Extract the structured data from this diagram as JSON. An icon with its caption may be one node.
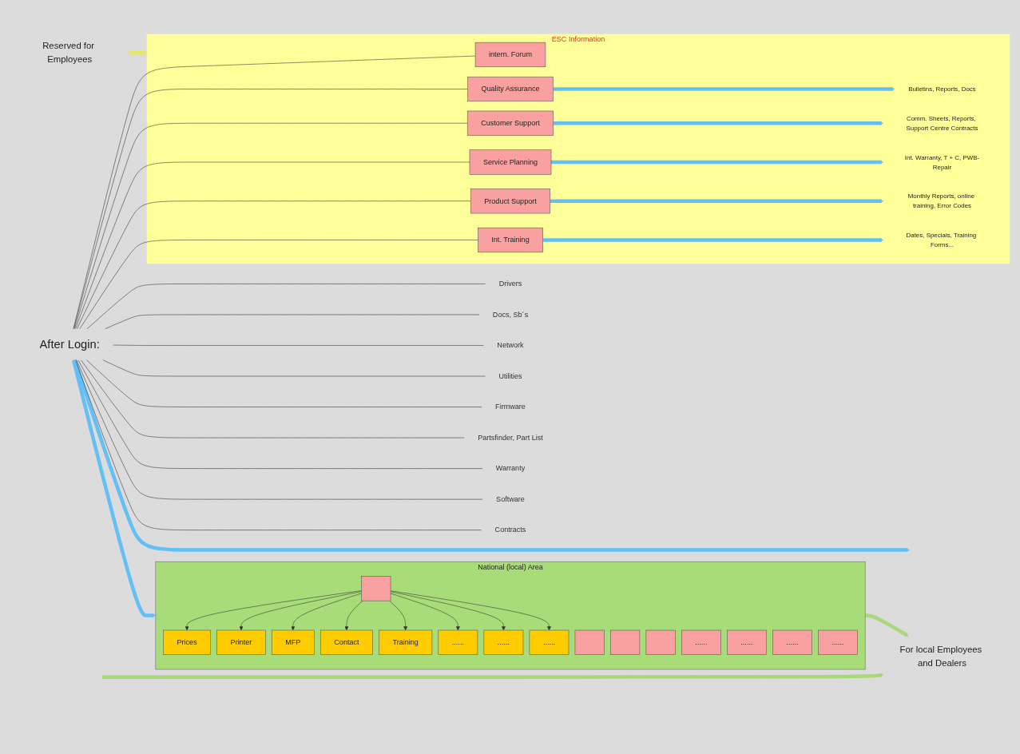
{
  "diagram": {
    "nodes": [
      {
        "text": [
          "After Login:"
        ]
      },
      {
        "text": [
          "National (local) Area"
        ]
      },
      {
        "text": [],
        "shape": "box",
        "in": 1
      },
      {
        "text": [],
        "shape": "box",
        "in": 1
      },
      {
        "text": [],
        "shape": "box",
        "in": 1
      },
      {
        "text": [],
        "shape": "box",
        "in": 1
      },
      {
        "text": [
          "......"
        ],
        "in": 1
      },
      {
        "text": [
          "......"
        ],
        "in": 1
      },
      {
        "text": [
          "......"
        ],
        "in": 1
      },
      {
        "text": [
          "......"
        ],
        "in": 1
      },
      {
        "text": [
          "Prices"
        ],
        "in": 1
      },
      {
        "text": [
          "Printer"
        ],
        "in": 1
      },
      {
        "text": [
          "MFP"
        ],
        "in": 1
      },
      {
        "text": [
          "Contact"
        ],
        "in": 1
      },
      {
        "text": [
          "Training"
        ],
        "in": 1
      },
      {
        "text": [
          "......"
        ],
        "in": 1
      },
      {
        "text": [
          "......"
        ],
        "in": 1
      },
      {
        "text": [
          "......"
        ],
        "in": 1
      },
      {
        "text": [
          "For local Employees and Dealers"
        ]
      },
      {
        "text": [
          "Drivers"
        ]
      },
      {
        "text": [
          "Docs, Sb´s"
        ]
      },
      {
        "text": [
          "Network"
        ]
      },
      {
        "text": [
          "Utilities"
        ]
      },
      {
        "text": [
          "Firmware"
        ]
      },
      {
        "text": [
          "Partsfinder, Part List"
        ]
      },
      {
        "text": [
          "Warranty"
        ]
      },
      {
        "text": [
          "Software"
        ]
      },
      {
        "text": [
          "Contracts"
        ]
      },
      {
        "text": [
          "Reserved for Employees"
        ]
      },
      {
        "text": [
          "ESC Information"
        ]
      },
      {
        "text": [
          "intern. Forum"
        ],
        "in": 29
      },
      {
        "text": [
          "Quality Assurance"
        ],
        "in": 29
      },
      {
        "text": [
          "Customer Support"
        ],
        "in": 29
      },
      {
        "text": [
          "Service Planning"
        ],
        "in": 29
      },
      {
        "text": [
          "Product Support"
        ],
        "in": 29
      },
      {
        "text": [
          "Int. Training"
        ],
        "in": 29
      },
      {
        "text": [
          "Bulletins, Reports, Docs"
        ],
        "in": 29
      },
      {
        "text": [
          "Comm. Sheets, Reports, Support Centre Contracts"
        ],
        "in": 29
      },
      {
        "text": [
          "Int. Warranty, T + C, PWB-Repair"
        ],
        "in": 29
      },
      {
        "text": [
          "Monthly Reports, online training, Error Codes"
        ],
        "in": 29
      },
      {
        "text": [
          "Dates, Specials, Training Forms..."
        ],
        "in": 29
      }
    ],
    "edges": [
      {
        "from": 0,
        "to": 1,
        "arrow": "to",
        "style": "thick",
        "color": "#63c0f4"
      },
      {
        "from": 0,
        "to": null,
        "arrow": "to",
        "style": "thick",
        "color": "#63c0f4"
      },
      {
        "from": 0,
        "to": 19,
        "arrow": "none"
      },
      {
        "from": 0,
        "to": 20,
        "arrow": "none"
      },
      {
        "from": 0,
        "to": 21,
        "arrow": "none"
      },
      {
        "from": 0,
        "to": 22,
        "arrow": "none"
      },
      {
        "from": 0,
        "to": 23,
        "arrow": "none"
      },
      {
        "from": 0,
        "to": 24,
        "arrow": "none"
      },
      {
        "from": 0,
        "to": 25,
        "arrow": "none"
      },
      {
        "from": 0,
        "to": 26,
        "arrow": "none"
      },
      {
        "from": 0,
        "to": 27,
        "arrow": "none"
      },
      {
        "from": 0,
        "to": 30,
        "arrow": "none"
      },
      {
        "from": 0,
        "to": 31,
        "arrow": "none"
      },
      {
        "from": 0,
        "to": 32,
        "arrow": "none"
      },
      {
        "from": 0,
        "to": 33,
        "arrow": "none"
      },
      {
        "from": 0,
        "to": 34,
        "arrow": "none"
      },
      {
        "from": 0,
        "to": 35,
        "arrow": "none"
      },
      {
        "from": null,
        "to": 18,
        "arrow": "to",
        "style": "thick",
        "color": "#a8d878"
      },
      {
        "from": 1,
        "to": 18,
        "arrow": "to",
        "style": "thick",
        "color": "#a8d878"
      },
      {
        "from": 2,
        "to": 10,
        "arrow": "to"
      },
      {
        "from": 2,
        "to": 11,
        "arrow": "to"
      },
      {
        "from": 2,
        "to": 12,
        "arrow": "to"
      },
      {
        "from": 2,
        "to": 13,
        "arrow": "to"
      },
      {
        "from": 2,
        "to": 14,
        "arrow": "to"
      },
      {
        "from": 2,
        "to": 15,
        "arrow": "to"
      },
      {
        "from": 2,
        "to": 16,
        "arrow": "to"
      },
      {
        "from": 2,
        "to": 17,
        "arrow": "to"
      },
      {
        "from": 28,
        "to": 29,
        "arrow": "to",
        "style": "thick",
        "color": "#e8e85a"
      },
      {
        "from": 31,
        "to": 36,
        "arrow": "to",
        "style": "thick",
        "color": "#63c0f4"
      },
      {
        "from": 32,
        "to": 37,
        "arrow": "to",
        "style": "thick",
        "color": "#63c0f4"
      },
      {
        "from": 33,
        "to": 38,
        "arrow": "to",
        "style": "thick",
        "color": "#63c0f4"
      },
      {
        "from": 34,
        "to": 39,
        "arrow": "to",
        "style": "thick",
        "color": "#63c0f4"
      },
      {
        "from": 35,
        "to": 40,
        "arrow": "to",
        "style": "thick",
        "color": "#63c0f4"
      }
    ]
  }
}
